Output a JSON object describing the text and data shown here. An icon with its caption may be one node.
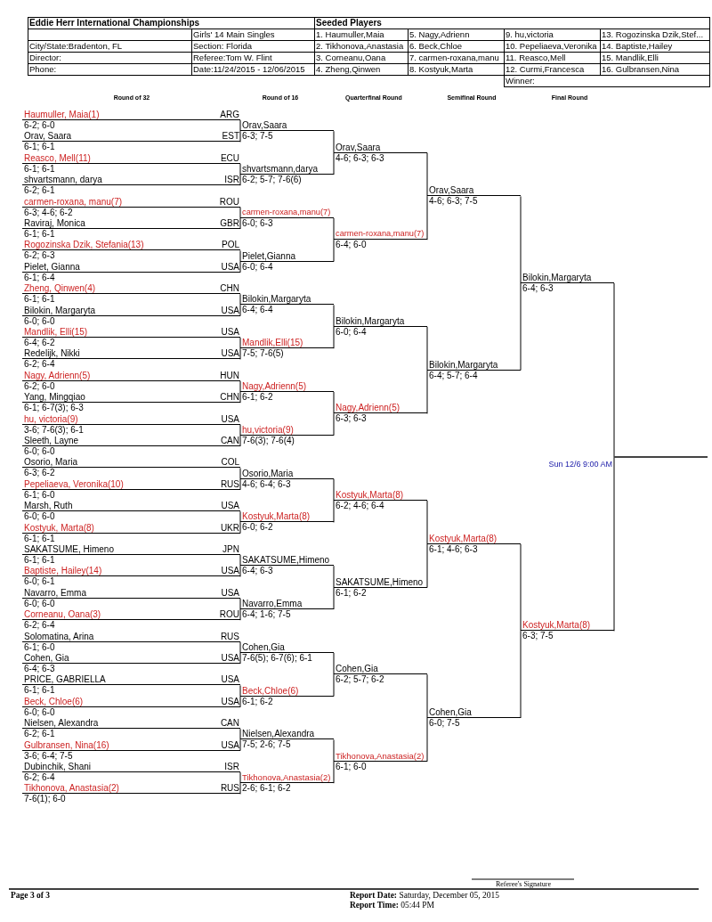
{
  "diagram": {
    "title": "Eddie Herr International Championships",
    "nodes": [
      {
        "text": [
          "Haumuller, Maia(1)",
          "6-2; 6-0"
        ],
        "beside": [
          "ARG"
        ]
      },
      {
        "text": [
          "Orav, Saara",
          "6-1; 6-1"
        ],
        "beside": [
          "EST"
        ]
      },
      {
        "text": [
          "Reasco, Mell(11)",
          "6-1; 6-1"
        ],
        "beside": [
          "ECU"
        ]
      },
      {
        "text": [
          "shvartsmann, darya",
          "6-2; 6-1"
        ],
        "beside": [
          "ISR"
        ]
      },
      {
        "text": [
          "carmen-roxana, manu(7)",
          "6-3; 4-6; 6-2"
        ],
        "beside": [
          "ROU"
        ]
      },
      {
        "text": [
          "Raviraj, Monica",
          "6-1; 6-1"
        ],
        "beside": [
          "GBR"
        ]
      },
      {
        "text": [
          "Rogozinska Dzik, Stefania(13)",
          "6-2; 6-3"
        ],
        "beside": [
          "POL"
        ]
      },
      {
        "text": [
          "Pielet, Gianna",
          "6-1; 6-4"
        ],
        "beside": [
          "USA"
        ]
      },
      {
        "text": [
          "Zheng, Qinwen(4)",
          "6-1; 6-1"
        ],
        "beside": [
          "CHN"
        ]
      },
      {
        "text": [
          "Bilokin, Margaryta",
          "6-0; 6-0"
        ],
        "beside": [
          "USA"
        ]
      },
      {
        "text": [
          "Mandlik, Elli(15)",
          "6-4; 6-2"
        ],
        "beside": [
          "USA"
        ]
      },
      {
        "text": [
          "Redelijk, Nikki",
          "6-2; 6-4"
        ],
        "beside": [
          "USA"
        ]
      },
      {
        "text": [
          "Nagy, Adrienn(5)",
          "6-2; 6-0"
        ],
        "beside": [
          "HUN"
        ]
      },
      {
        "text": [
          "Yang, Mingqiao",
          "6-1; 6-7(3); 6-3"
        ],
        "beside": [
          "CHN"
        ]
      },
      {
        "text": [
          "hu, victoria(9)",
          "3-6; 7-6(3); 6-1"
        ],
        "beside": [
          "USA"
        ]
      },
      {
        "text": [
          "Sleeth, Layne",
          "6-0; 6-0"
        ],
        "beside": [
          "CAN"
        ]
      },
      {
        "text": [
          "Osorio, Maria",
          "6-3; 6-2"
        ],
        "beside": [
          "COL"
        ]
      },
      {
        "text": [
          "Pepeliaeva, Veronika(10)",
          "6-1; 6-0"
        ],
        "beside": [
          "RUS"
        ]
      },
      {
        "text": [
          "Marsh, Ruth",
          "6-0; 6-0"
        ],
        "beside": [
          "USA"
        ]
      },
      {
        "text": [
          "Kostyuk, Marta(8)",
          "6-1; 6-1"
        ],
        "beside": [
          "UKR"
        ]
      },
      {
        "text": [
          "SAKATSUME, Himeno",
          "6-1; 6-1"
        ],
        "beside": [
          "JPN"
        ]
      },
      {
        "text": [
          "Baptiste, Hailey(14)",
          "6-0; 6-1"
        ],
        "beside": [
          "USA"
        ]
      },
      {
        "text": [
          "Navarro, Emma",
          "6-0; 6-0"
        ],
        "beside": [
          "USA"
        ]
      },
      {
        "text": [
          "Corneanu, Oana(3)",
          "6-2; 6-4"
        ],
        "beside": [
          "ROU"
        ]
      },
      {
        "text": [
          "Solomatina, Arina",
          "6-1; 6-0"
        ],
        "beside": [
          "RUS"
        ]
      },
      {
        "text": [
          "Cohen, Gia",
          "6-4; 6-3"
        ],
        "beside": [
          "USA"
        ]
      },
      {
        "text": [
          "PRICE, GABRIELLA",
          "6-1; 6-1"
        ],
        "beside": [
          "USA"
        ]
      },
      {
        "text": [
          "Beck, Chloe(6)",
          "6-0; 6-0"
        ],
        "beside": [
          "USA"
        ]
      },
      {
        "text": [
          "Nielsen, Alexandra",
          "6-2; 6-1"
        ],
        "beside": [
          "CAN"
        ]
      },
      {
        "text": [
          "Gulbransen, Nina(16)",
          "3-6; 6-4; 7-5"
        ],
        "beside": [
          "USA"
        ]
      },
      {
        "text": [
          "Dubinchik, Shani",
          "6-2; 6-4"
        ],
        "beside": [
          "ISR"
        ]
      },
      {
        "text": [
          "Tikhonova, Anastasia(2)",
          "7-6(1); 6-0"
        ],
        "beside": [
          "RUS"
        ]
      },
      {
        "text": [
          "Orav,Saara",
          "6-3; 7-5"
        ]
      },
      {
        "text": [
          "shvartsmann,darya",
          "6-2; 5-7; 7-6(6)"
        ]
      },
      {
        "text": [
          "carmen-roxana,manu(7)",
          "6-0; 6-3"
        ]
      },
      {
        "text": [
          "Pielet,Gianna",
          "6-0; 6-4"
        ]
      },
      {
        "text": [
          "Bilokin,Margaryta",
          "6-4; 6-4"
        ]
      },
      {
        "text": [
          "Mandlik,Elli(15)",
          "7-5; 7-6(5)"
        ]
      },
      {
        "text": [
          "Nagy,Adrienn(5)",
          "6-1; 6-2"
        ]
      },
      {
        "text": [
          "hu,victoria(9)",
          "7-6(3); 7-6(4)"
        ]
      },
      {
        "text": [
          "Osorio,Maria",
          "4-6; 6-4; 6-3"
        ]
      },
      {
        "text": [
          "Kostyuk,Marta(8)",
          "6-0; 6-2"
        ]
      },
      {
        "text": [
          "SAKATSUME,Himeno",
          "6-4; 6-3"
        ]
      },
      {
        "text": [
          "Navarro,Emma",
          "6-4; 1-6; 7-5"
        ]
      },
      {
        "text": [
          "Cohen,Gia",
          "7-6(5); 6-7(6); 6-1"
        ]
      },
      {
        "text": [
          "Beck,Chloe(6)",
          "6-1; 6-2"
        ]
      },
      {
        "text": [
          "Nielsen,Alexandra",
          "7-5; 2-6; 7-5"
        ]
      },
      {
        "text": [
          "Tikhonova,Anastasia(2)",
          "2-6; 6-1; 6-2"
        ]
      },
      {
        "text": [
          "Orav,Saara",
          "4-6; 6-3; 6-3"
        ]
      },
      {
        "text": [
          "carmen-roxana,manu(7)",
          "6-4; 6-0"
        ]
      },
      {
        "text": [
          "Bilokin,Margaryta",
          "6-0; 6-4"
        ]
      },
      {
        "text": [
          "Nagy,Adrienn(5)",
          "6-3; 6-3"
        ]
      },
      {
        "text": [
          "Kostyuk,Marta(8)",
          "6-2; 4-6; 6-4"
        ]
      },
      {
        "text": [
          "SAKATSUME,Himeno",
          "6-1; 6-2"
        ]
      },
      {
        "text": [
          "Cohen,Gia",
          "6-2; 5-7; 6-2"
        ]
      },
      {
        "text": [
          "Tikhonova,Anastasia(2)",
          "6-1; 6-0"
        ]
      },
      {
        "text": [
          "Orav,Saara",
          "4-6; 6-3; 7-5"
        ]
      },
      {
        "text": [
          "Bilokin,Margaryta",
          "6-4; 5-7; 6-4"
        ]
      },
      {
        "text": [
          "Kostyuk,Marta(8)",
          "6-1; 4-6; 6-3"
        ]
      },
      {
        "text": [
          "Cohen,Gia",
          "6-0; 7-5"
        ]
      },
      {
        "text": [
          "Bilokin,Margaryta",
          "6-4; 6-3"
        ]
      },
      {
        "text": [
          "Kostyuk,Marta(8)",
          "6-3; 7-5"
        ]
      },
      {
        "text": [],
        "shape": "line",
        "beside": [
          "Sun 12/6 9:00 AM"
        ]
      }
    ],
    "edges": [
      {
        "from": 0,
        "to": 32,
        "arrow": "none"
      },
      {
        "from": 1,
        "to": 32,
        "arrow": "none"
      },
      {
        "from": 2,
        "to": 33,
        "arrow": "none"
      },
      {
        "from": 3,
        "to": 33,
        "arrow": "none"
      },
      {
        "from": 4,
        "to": 34,
        "arrow": "none"
      },
      {
        "from": 5,
        "to": 34,
        "arrow": "none"
      },
      {
        "from": 6,
        "to": 35,
        "arrow": "none"
      },
      {
        "from": 7,
        "to": 35,
        "arrow": "none"
      },
      {
        "from": 8,
        "to": 36,
        "arrow": "none"
      },
      {
        "from": 9,
        "to": 36,
        "arrow": "none"
      },
      {
        "from": 10,
        "to": 37,
        "arrow": "none"
      },
      {
        "from": 11,
        "to": 37,
        "arrow": "none"
      },
      {
        "from": 12,
        "to": 38,
        "arrow": "none"
      },
      {
        "from": 13,
        "to": 38,
        "arrow": "none"
      },
      {
        "from": 14,
        "to": 39,
        "arrow": "none"
      },
      {
        "from": 15,
        "to": 39,
        "arrow": "none"
      },
      {
        "from": 16,
        "to": 40,
        "arrow": "none"
      },
      {
        "from": 17,
        "to": 40,
        "arrow": "none"
      },
      {
        "from": 18,
        "to": 41,
        "arrow": "none"
      },
      {
        "from": 19,
        "to": 41,
        "arrow": "none"
      },
      {
        "from": 20,
        "to": 42,
        "arrow": "none"
      },
      {
        "from": 21,
        "to": 42,
        "arrow": "none"
      },
      {
        "from": 22,
        "to": 43,
        "arrow": "none"
      },
      {
        "from": 23,
        "to": 43,
        "arrow": "none"
      },
      {
        "from": 24,
        "to": 44,
        "arrow": "none"
      },
      {
        "from": 25,
        "to": 44,
        "arrow": "none"
      },
      {
        "from": 26,
        "to": 45,
        "arrow": "none"
      },
      {
        "from": 27,
        "to": 45,
        "arrow": "none"
      },
      {
        "from": 28,
        "to": 46,
        "arrow": "none"
      },
      {
        "from": 29,
        "to": 46,
        "arrow": "none"
      },
      {
        "from": 30,
        "to": 47,
        "arrow": "none"
      },
      {
        "from": 31,
        "to": 47,
        "arrow": "none"
      },
      {
        "from": 32,
        "to": 48,
        "arrow": "none"
      },
      {
        "from": 33,
        "to": 48,
        "arrow": "none"
      },
      {
        "from": 34,
        "to": 49,
        "arrow": "none"
      },
      {
        "from": 35,
        "to": 49,
        "arrow": "none"
      },
      {
        "from": 36,
        "to": 50,
        "arrow": "none"
      },
      {
        "from": 37,
        "to": 50,
        "arrow": "none"
      },
      {
        "from": 38,
        "to": 51,
        "arrow": "none"
      },
      {
        "from": 39,
        "to": 51,
        "arrow": "none"
      },
      {
        "from": 40,
        "to": 52,
        "arrow": "none"
      },
      {
        "from": 41,
        "to": 52,
        "arrow": "none"
      },
      {
        "from": 42,
        "to": 53,
        "arrow": "none"
      },
      {
        "from": 43,
        "to": 53,
        "arrow": "none"
      },
      {
        "from": 44,
        "to": 54,
        "arrow": "none"
      },
      {
        "from": 45,
        "to": 54,
        "arrow": "none"
      },
      {
        "from": 46,
        "to": 55,
        "arrow": "none"
      },
      {
        "from": 47,
        "to": 55,
        "arrow": "none"
      },
      {
        "from": 48,
        "to": 56,
        "arrow": "none"
      },
      {
        "from": 49,
        "to": 56,
        "arrow": "none"
      },
      {
        "from": 50,
        "to": 57,
        "arrow": "none"
      },
      {
        "from": 51,
        "to": 57,
        "arrow": "none"
      },
      {
        "from": 52,
        "to": 58,
        "arrow": "none"
      },
      {
        "from": 53,
        "to": 58,
        "arrow": "none"
      },
      {
        "from": 54,
        "to": 59,
        "arrow": "none"
      },
      {
        "from": 55,
        "to": 59,
        "arrow": "none"
      },
      {
        "from": 56,
        "to": 60,
        "arrow": "none"
      },
      {
        "from": 57,
        "to": 60,
        "arrow": "none"
      },
      {
        "from": 58,
        "to": 61,
        "arrow": "none"
      },
      {
        "from": 59,
        "to": 61,
        "arrow": "none"
      },
      {
        "from": 60,
        "to": 62,
        "arrow": "none"
      },
      {
        "from": 61,
        "to": 62,
        "arrow": "none"
      }
    ],
    "labels": [
      "Seeded Players",
      "Girls' 14 Main Singles",
      "1. Haumuller,Maia",
      "5. Nagy,Adrienn",
      "9. hu,victoria",
      "13. Rogozinska Dzik,Stef...",
      "City/State:Bradenton, FL",
      "Section: Florida",
      "2. Tikhonova,Anastasia",
      "6. Beck,Chloe",
      "10. Pepeliaeva,Veronika",
      "14. Baptiste,Hailey",
      "Director:",
      "Referee:Tom W. Flint",
      "3. Corneanu,Oana",
      "7. carmen-roxana,manu",
      "11. Reasco,Mell",
      "15. Mandlik,Elli",
      "Phone:",
      "Date:11/24/2015 - 12/06/2015",
      "4. Zheng,Qinwen",
      "8. Kostyuk,Marta",
      "12. Curmi,Francesca",
      "16. Gulbransen,Nina",
      "Winner:",
      "Round of 32",
      "Round of 16",
      "Quarterfinal Round",
      "Semifinal Round",
      "Final Round",
      "Referee's Signature",
      "Page 3 of 3",
      "**Report Date:** Saturday, December 05, 2015",
      "**Report Time:** 05:44 PM"
    ]
  }
}
